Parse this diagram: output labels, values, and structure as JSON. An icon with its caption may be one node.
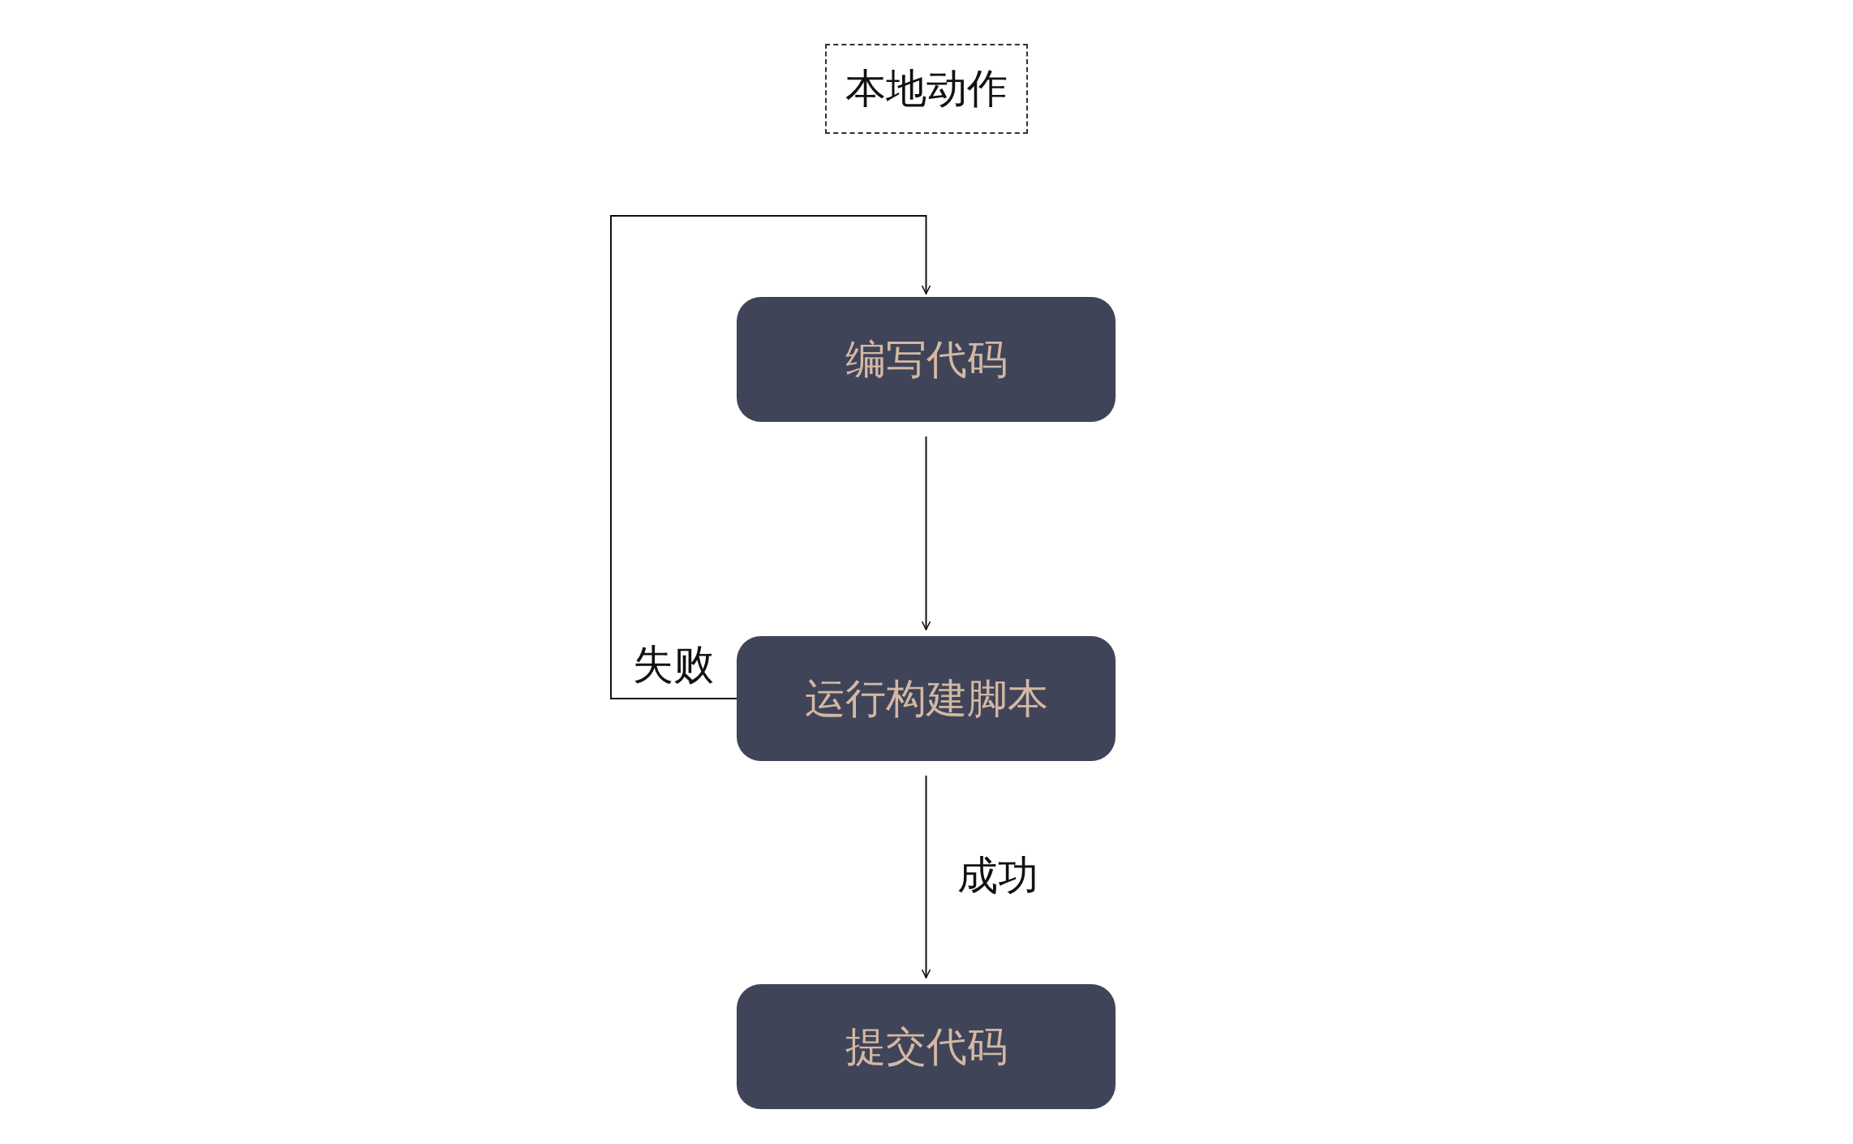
{
  "diagram": {
    "nodes": [
      {
        "text": [
          "本地动作"
        ]
      },
      {
        "text": [
          "编写代码"
        ]
      },
      {
        "text": [
          "运行构建脚本"
        ]
      },
      {
        "text": [
          "提交代码"
        ]
      }
    ],
    "edges": [
      {
        "from": 1,
        "to": 2,
        "arrow": "to"
      },
      {
        "from": 2,
        "to": 3,
        "arrow": "to",
        "label": "成功"
      },
      {
        "from": 2,
        "to": 1,
        "arrow": "to",
        "label": "失败"
      }
    ]
  }
}
